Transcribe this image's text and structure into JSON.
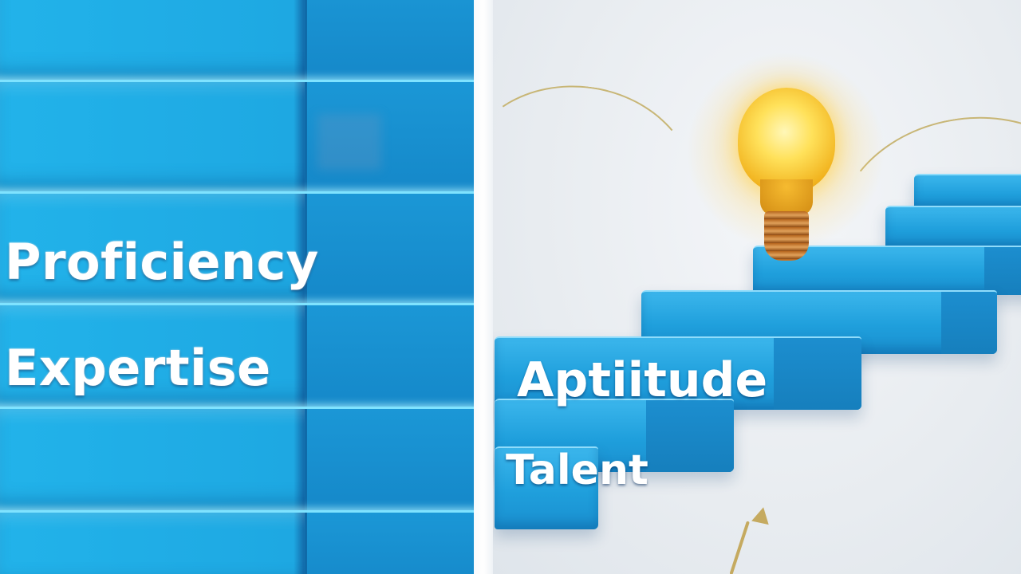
{
  "left_panel": {
    "labels": {
      "proficiency": "Proficiency",
      "expertise": "Expertise"
    }
  },
  "right_panel": {
    "labels": {
      "aptitude": "Aptiitude",
      "talent": "Talent"
    },
    "icon": "lightbulb-icon"
  },
  "colors": {
    "block_blue": "#1ea8e2",
    "bulb_yellow": "#ffd84a",
    "background": "#e8ecf0"
  }
}
